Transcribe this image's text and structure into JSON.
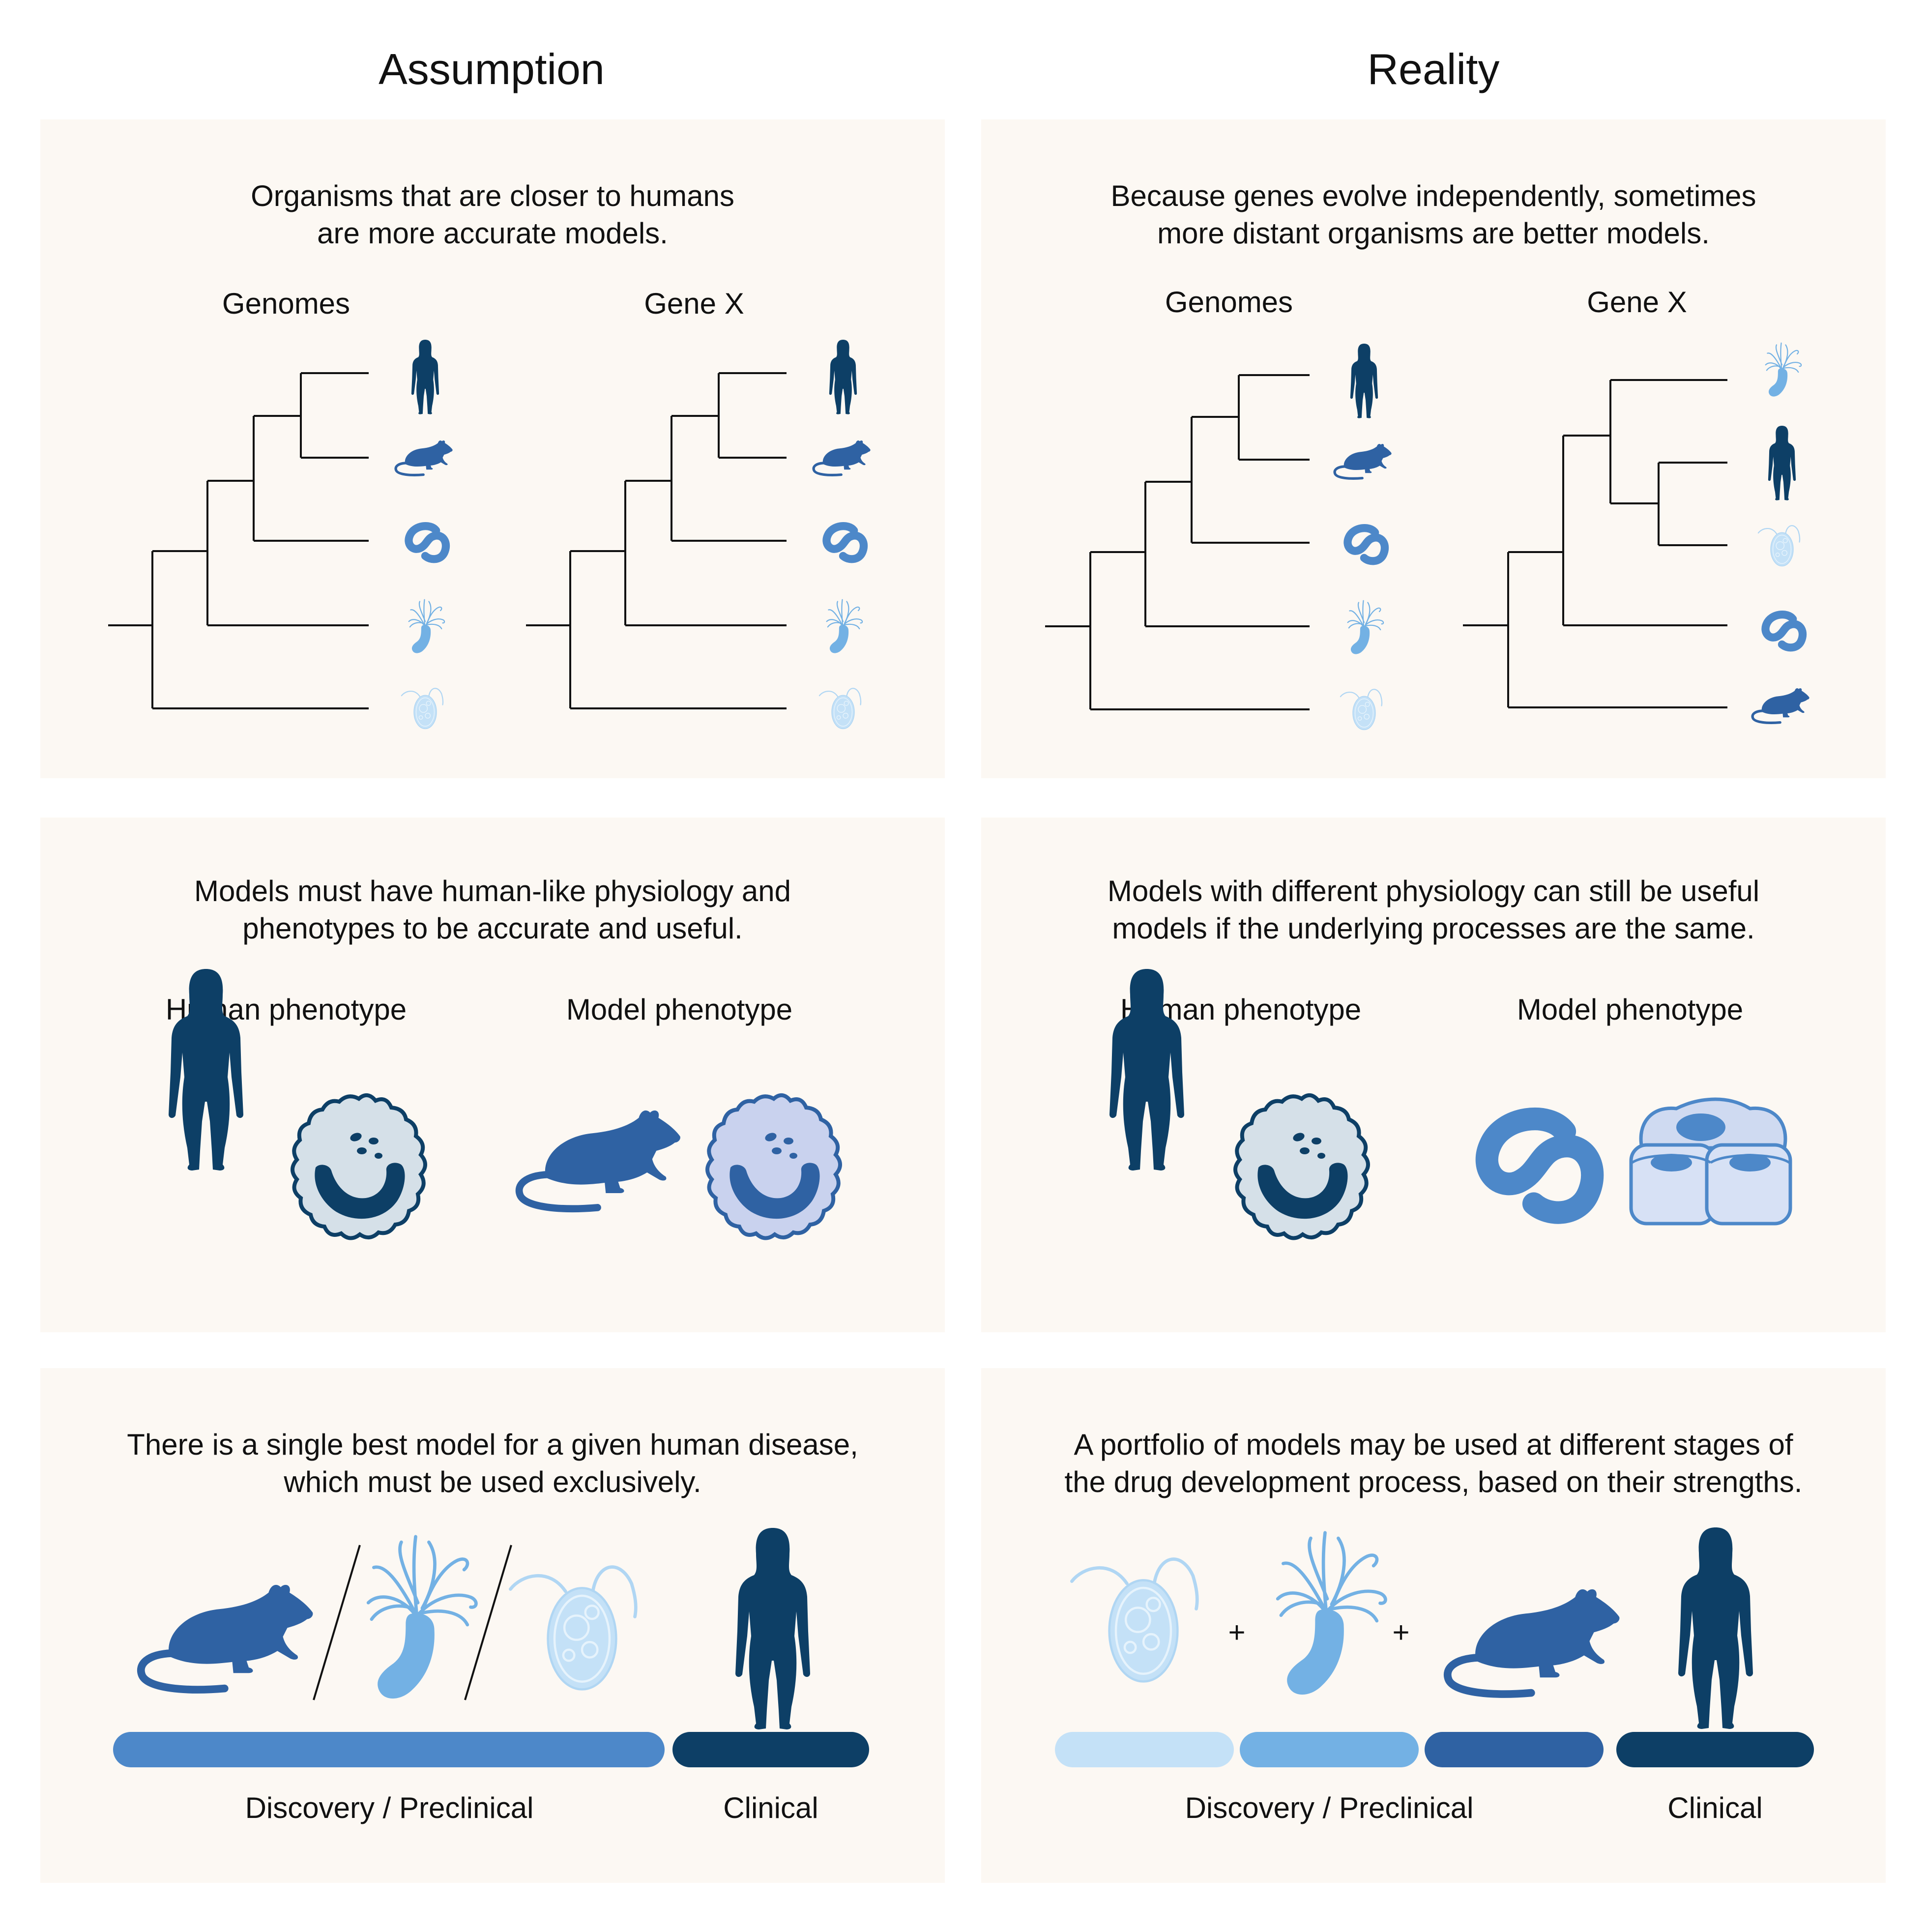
{
  "columns": {
    "assumption": "Assumption",
    "reality": "Reality"
  },
  "rows": {
    "tree": {
      "assumption": {
        "statement_line1": "Organisms that are closer to humans",
        "statement_line2": "are more accurate models.",
        "left_label": "Genomes",
        "right_label": "Gene X"
      },
      "reality": {
        "statement_line1": "Because genes evolve independently, sometimes",
        "statement_line2": "more distant organisms are better models.",
        "left_label": "Genomes",
        "right_label": "Gene X"
      }
    },
    "phenotype": {
      "assumption": {
        "statement_line1": "Models must have human-like physiology and",
        "statement_line2": "phenotypes to be accurate and useful.",
        "left_label": "Human phenotype",
        "right_label": "Model phenotype"
      },
      "reality": {
        "statement_line1": "Models with different physiology can still be useful",
        "statement_line2": "models if the underlying processes are the same.",
        "left_label": "Human phenotype",
        "right_label": "Model phenotype"
      }
    },
    "pipeline": {
      "assumption": {
        "statement_line1": "There is a single best model for a given human disease,",
        "statement_line2": "which must be used exclusively.",
        "stage1_label": "Discovery / Preclinical",
        "stage2_label": "Clinical"
      },
      "reality": {
        "statement_line1": "A portfolio of models may be used at different stages of",
        "statement_line2": "the drug development process, based on their strengths.",
        "stage1_label": "Discovery / Preclinical",
        "stage2_label": "Clinical",
        "plus1": "+",
        "plus2": "+"
      }
    }
  },
  "colors": {
    "panel_bg": "#fcf8f3",
    "human": "#0d3f66",
    "mouse": "#2f62a3",
    "worm": "#4d88c9",
    "hydra": "#73b1e4",
    "protist": "#c4e1f7",
    "bar_preclinical": "#4d88c9",
    "bar_clinical": "#0d3f66",
    "cell_human_fill": "#d5e0e8",
    "cell_model_fill": "#c9d2ee"
  }
}
